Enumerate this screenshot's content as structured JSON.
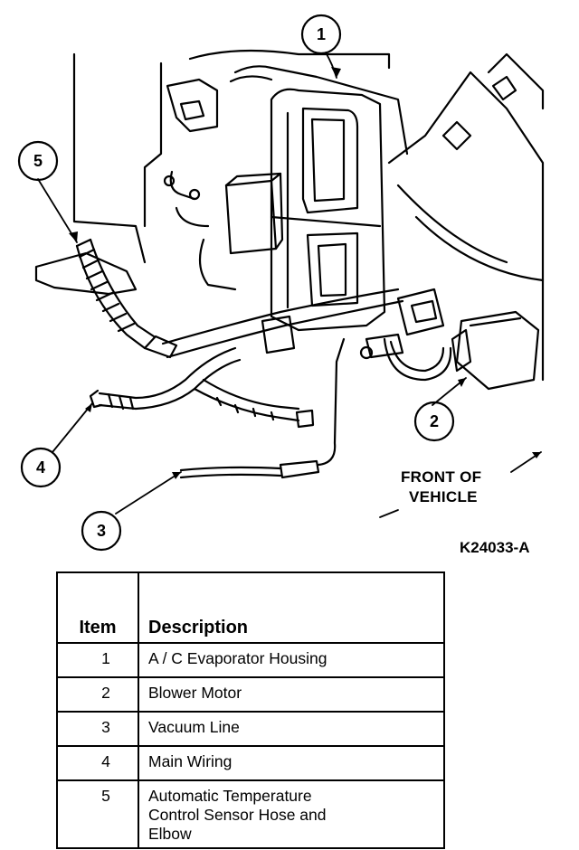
{
  "figure": {
    "callouts": [
      "1",
      "2",
      "3",
      "4",
      "5"
    ],
    "front_label_line1": "FRONT OF",
    "front_label_line2": "VEHICLE",
    "figure_id": "K24033-A"
  },
  "legend": {
    "header_item": "Item",
    "header_description": "Description",
    "rows": [
      {
        "item": "1",
        "description": "A / C Evaporator Housing"
      },
      {
        "item": "2",
        "description": "Blower Motor"
      },
      {
        "item": "3",
        "description": "Vacuum Line"
      },
      {
        "item": "4",
        "description": "Main Wiring"
      },
      {
        "item": "5",
        "description_lines": [
          "Automatic Temperature",
          "Control Sensor Hose and",
          "Elbow"
        ]
      }
    ]
  }
}
